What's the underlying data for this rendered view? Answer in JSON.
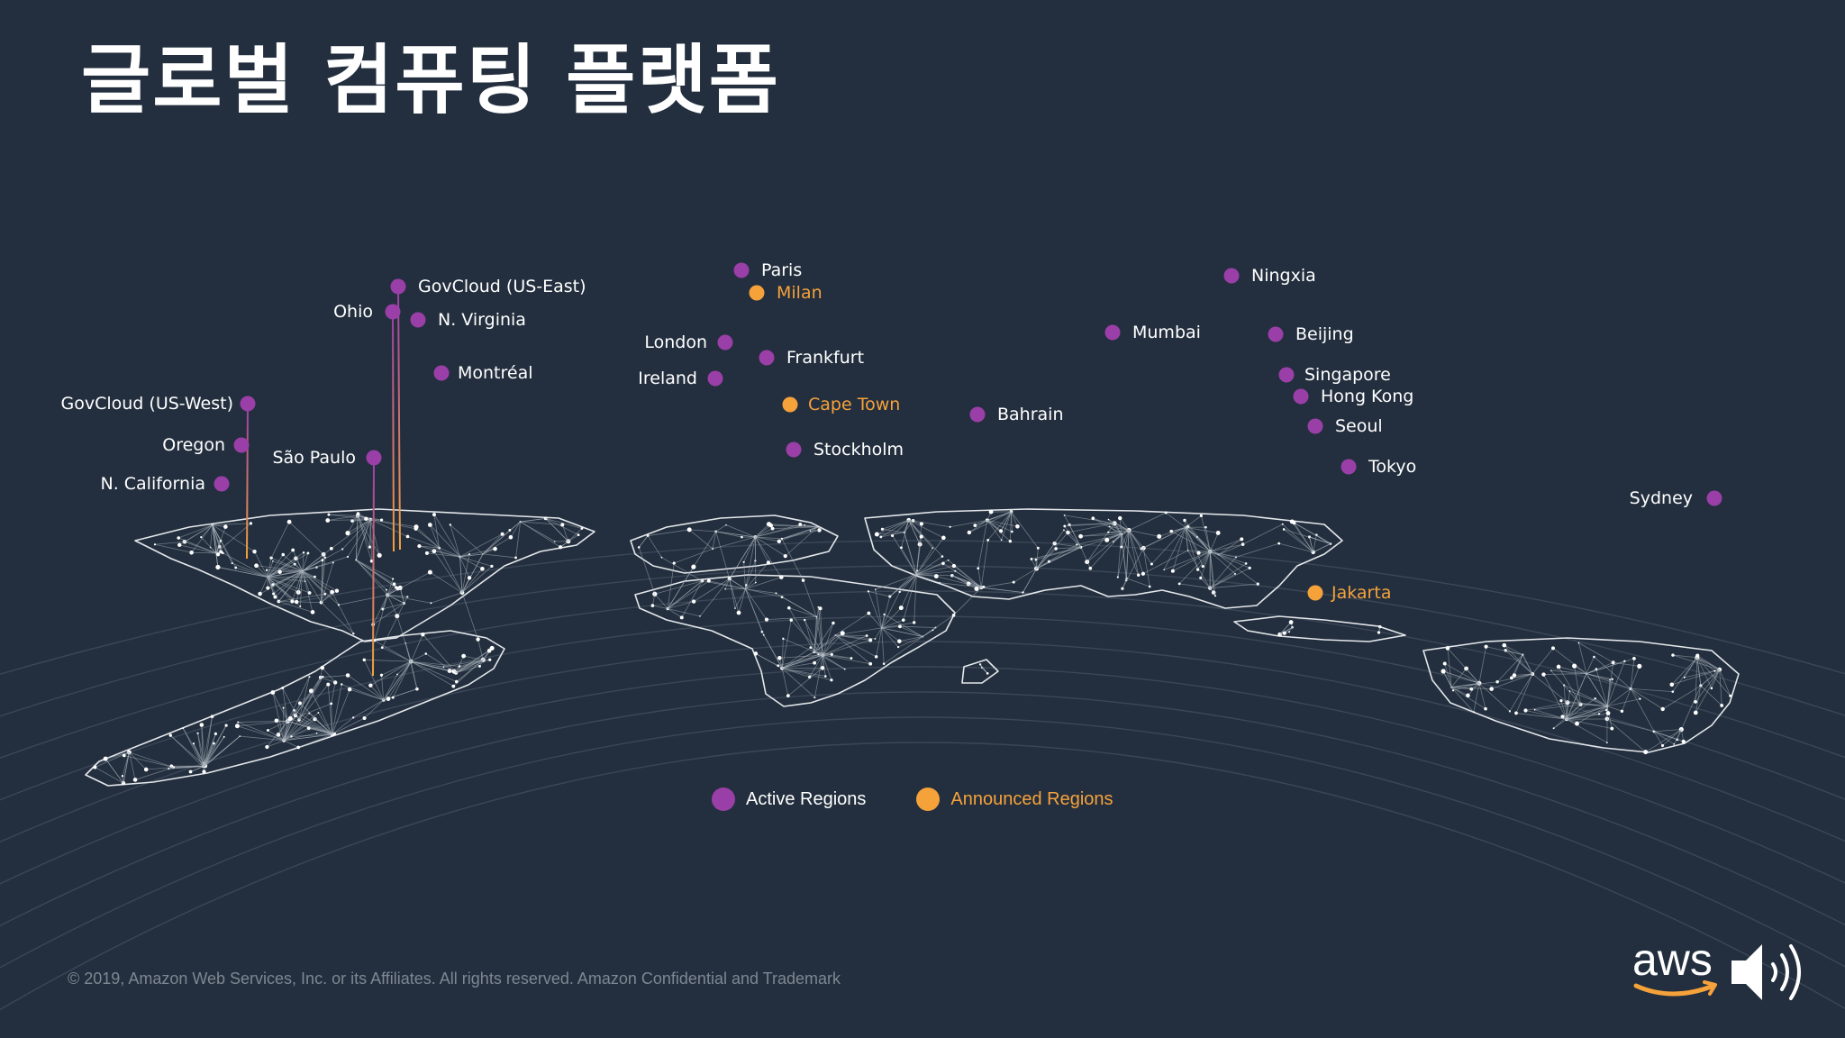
{
  "title": "글로벌 컴퓨팅 플랫폼",
  "colors": {
    "background": "#232f3e",
    "active": "#9b3fa8",
    "announced": "#f6a23b",
    "label": "#ffffff",
    "map": "#dfe3e8"
  },
  "legend": {
    "active_label": "Active Regions",
    "announced_label": "Announced Regions"
  },
  "regions": [
    {
      "name": "GovCloud (US-East)",
      "status": "active"
    },
    {
      "name": "Ohio",
      "status": "active"
    },
    {
      "name": "N. Virginia",
      "status": "active"
    },
    {
      "name": "Montréal",
      "status": "active"
    },
    {
      "name": "GovCloud (US-West)",
      "status": "active"
    },
    {
      "name": "Oregon",
      "status": "active"
    },
    {
      "name": "N. California",
      "status": "active"
    },
    {
      "name": "São Paulo",
      "status": "active"
    },
    {
      "name": "Paris",
      "status": "active"
    },
    {
      "name": "Milan",
      "status": "announced"
    },
    {
      "name": "London",
      "status": "active"
    },
    {
      "name": "Frankfurt",
      "status": "active"
    },
    {
      "name": "Ireland",
      "status": "active"
    },
    {
      "name": "Cape Town",
      "status": "announced"
    },
    {
      "name": "Stockholm",
      "status": "active"
    },
    {
      "name": "Bahrain",
      "status": "active"
    },
    {
      "name": "Mumbai",
      "status": "active"
    },
    {
      "name": "Ningxia",
      "status": "active"
    },
    {
      "name": "Beijing",
      "status": "active"
    },
    {
      "name": "Singapore",
      "status": "active"
    },
    {
      "name": "Hong Kong",
      "status": "active"
    },
    {
      "name": "Seoul",
      "status": "active"
    },
    {
      "name": "Tokyo",
      "status": "active"
    },
    {
      "name": "Jakarta",
      "status": "announced"
    },
    {
      "name": "Sydney",
      "status": "active"
    }
  ],
  "footer": "© 2019, Amazon Web Services, Inc. or its Affiliates. All rights reserved. Amazon Confidential and Trademark",
  "logo_text": "aws",
  "speaker_icon": "speaker-icon"
}
